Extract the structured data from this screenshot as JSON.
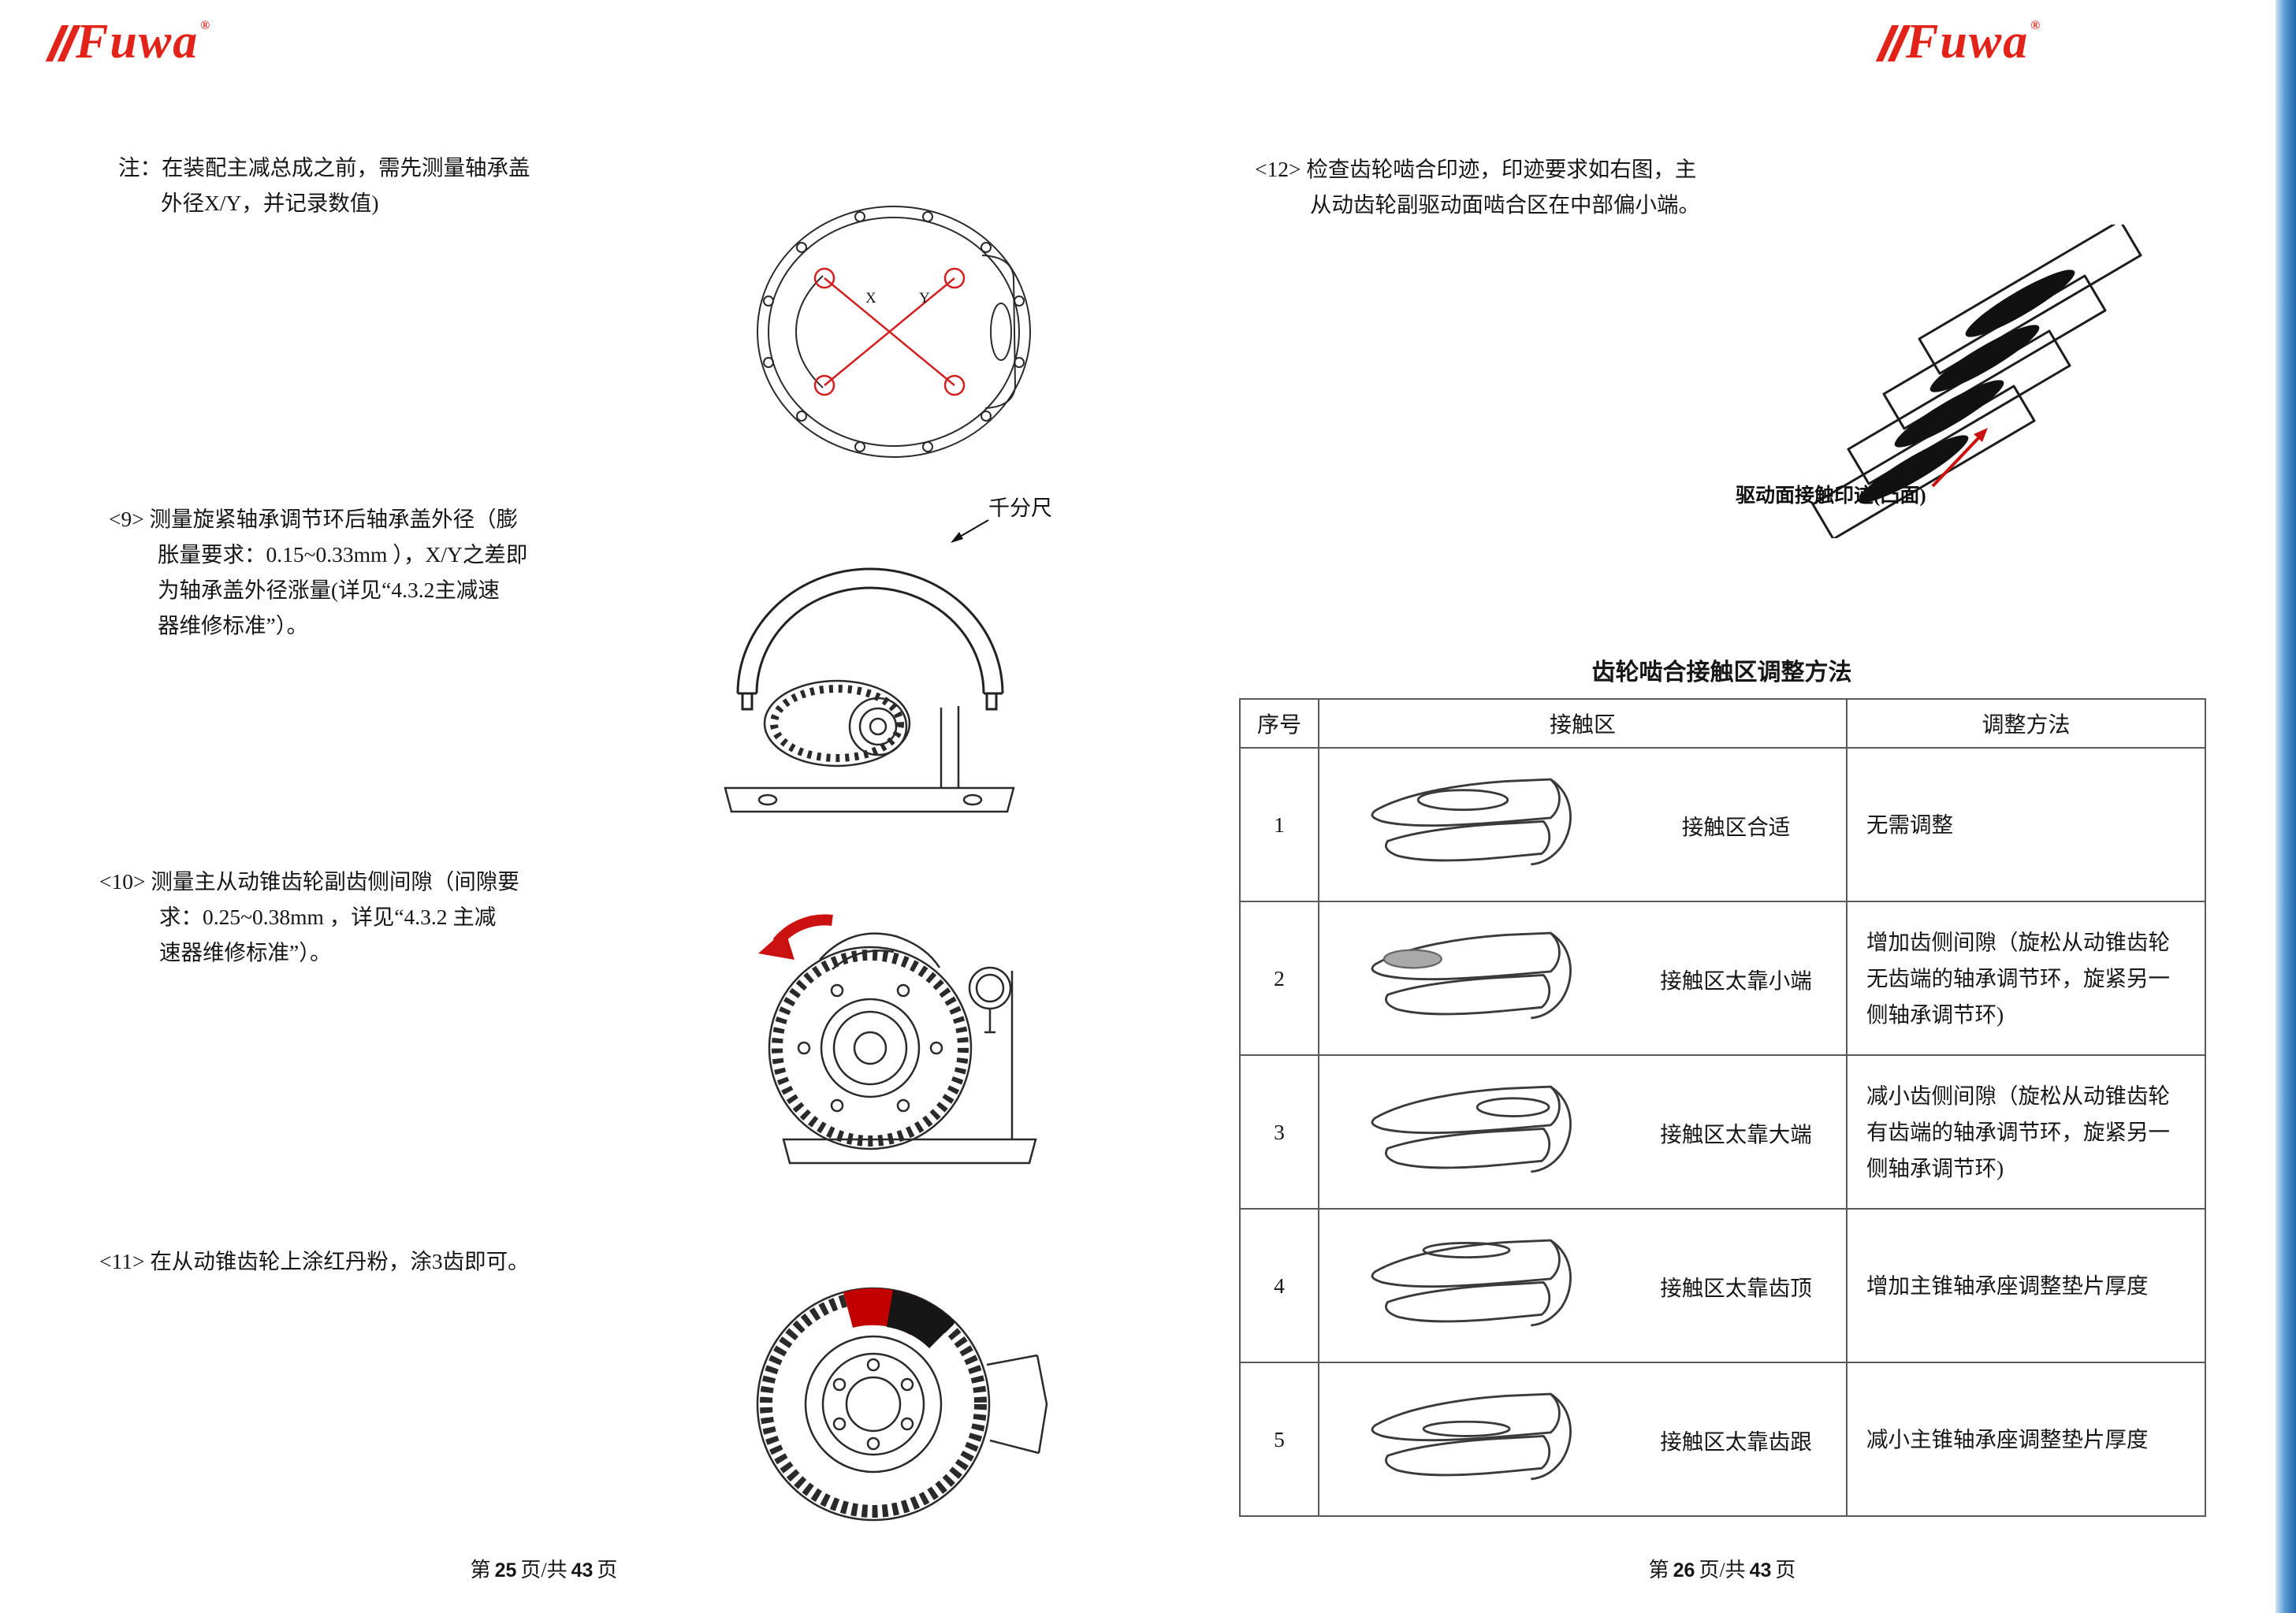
{
  "brand": {
    "name": "Fuwa",
    "registered": "®"
  },
  "colors": {
    "logo_red": "#e2231a",
    "annotation_red": "#cc1111",
    "edge_blue": "#1f66a8"
  },
  "left_page": {
    "note": {
      "lines": [
        "注：在装配主减总成之前，需先测量轴承盖",
        "外径X/Y，并记录数值)"
      ]
    },
    "cover_diagram": {
      "x_label": "X",
      "y_label": "Y"
    },
    "step9": {
      "lines": [
        "<9> 测量旋紧轴承调节环后轴承盖外径（膨",
        "胀量要求：0.15~0.33mm ），X/Y之差即",
        "为轴承盖外径涨量(详见“4.3.2主减速",
        "器维修标准”）。"
      ]
    },
    "micrometer_label": "千分尺",
    "step10": {
      "lines": [
        "<10> 测量主从动锥齿轮副齿侧间隙（间隙要",
        "求：0.25~0.38mm ，详见“4.3.2 主减",
        "速器维修标准”）。"
      ]
    },
    "step11": {
      "lines": [
        "<11> 在从动锥齿轮上涂红丹粉，涂3齿即可。"
      ]
    },
    "footer": {
      "prefix": "第",
      "page": "25",
      "middle": "页/共",
      "total": "43",
      "suffix": "页"
    }
  },
  "right_page": {
    "step12": {
      "lines": [
        "<12> 检查齿轮啮合印迹，印迹要求如右图，主",
        "从动齿轮副驱动面啮合区在中部偏小端。"
      ]
    },
    "contact_label": "驱动面接触印迹(凸面)",
    "table": {
      "title": "齿轮啮合接触区调整方法",
      "headers": [
        "序号",
        "接触区",
        "调整方法"
      ],
      "rows": [
        {
          "seq": "1",
          "contact": "接触区合适",
          "method": "无需调整"
        },
        {
          "seq": "2",
          "contact": "接触区太靠小端",
          "method": "增加齿侧间隙（旋松从动锥齿轮无齿端的轴承调节环，旋紧另一侧轴承调节环)"
        },
        {
          "seq": "3",
          "contact": "接触区太靠大端",
          "method": "减小齿侧间隙（旋松从动锥齿轮有齿端的轴承调节环，旋紧另一侧轴承调节环)"
        },
        {
          "seq": "4",
          "contact": "接触区太靠齿顶",
          "method": "增加主锥轴承座调整垫片厚度"
        },
        {
          "seq": "5",
          "contact": "接触区太靠齿跟",
          "method": "减小主锥轴承座调整垫片厚度"
        }
      ]
    },
    "footer": {
      "prefix": "第",
      "page": "26",
      "middle": "页/共",
      "total": "43",
      "suffix": "页"
    }
  }
}
